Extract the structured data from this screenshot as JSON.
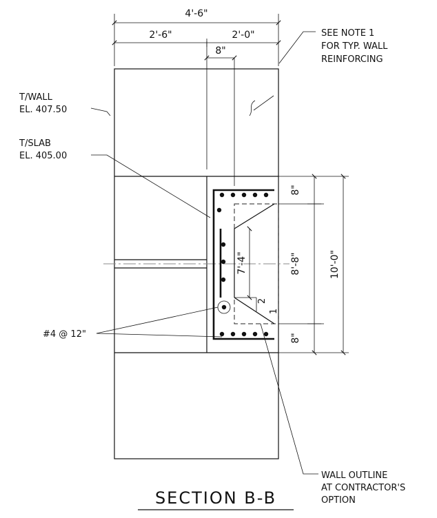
{
  "dimensions": {
    "overall_width": "4'-6\"",
    "left_width": "2'-6\"",
    "right_width": "2'-0\"",
    "wall_thickness": "8\"",
    "top_slab": "8\"",
    "middle": "8'-8\"",
    "bottom_slab": "8\"",
    "total_height": "10'-0\"",
    "haunch_height": "7'-4\"",
    "slope_rise": "2",
    "slope_run": "1"
  },
  "notes": {
    "see_note_line1": "SEE NOTE 1",
    "see_note_line2": "FOR TYP. WALL",
    "see_note_line3": "REINFORCING",
    "twall_line1": "T/WALL",
    "twall_line2": "EL. 407.50",
    "tslab_line1": "T/SLAB",
    "tslab_line2": "EL. 405.00",
    "rebar": "#4 @ 12\"",
    "outline_line1": "WALL OUTLINE",
    "outline_line2": "AT CONTRACTOR'S",
    "outline_line3": "OPTION"
  },
  "title": "SECTION B-B"
}
